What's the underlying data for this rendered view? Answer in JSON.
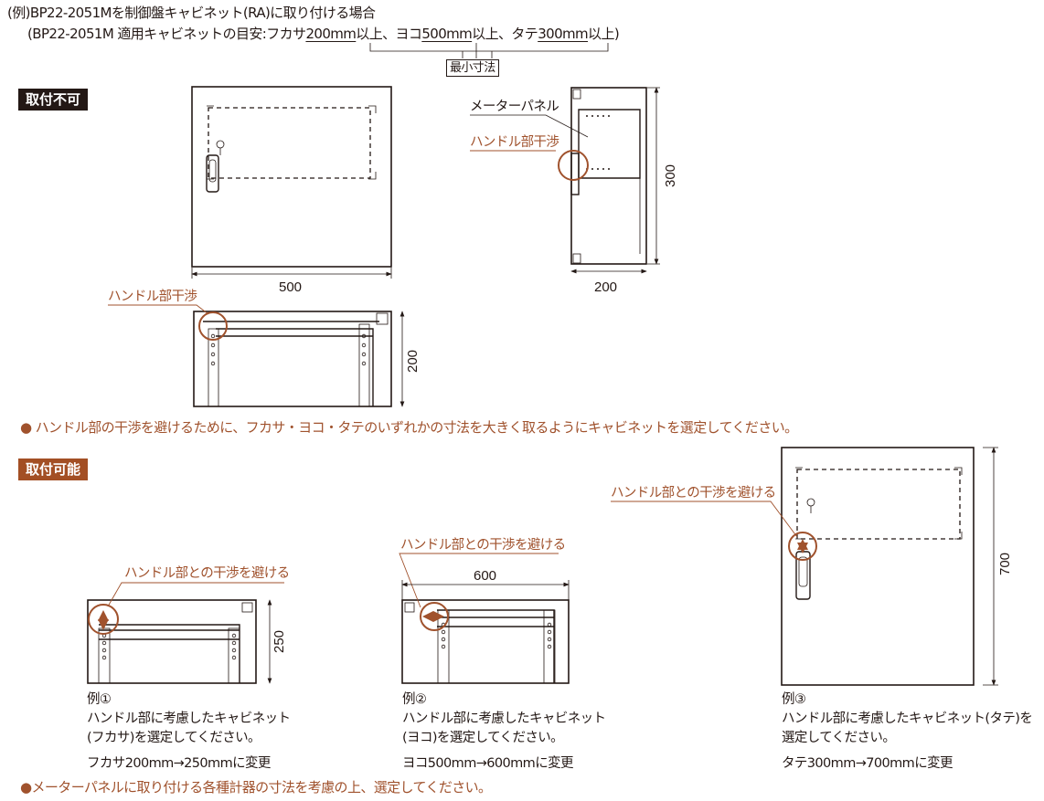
{
  "header": {
    "line1": "(例)BP22-2051Mを制御盤キャビネット(RA)に取り付ける場合",
    "line2_prefix": "(BP22-2051M 適用キャビネットの目安:フカサ",
    "depth_min": "200mm",
    "sep1": "以上、ヨコ",
    "width_min": "500mm",
    "sep2": "以上、タテ",
    "height_min": "300mm",
    "line2_suffix": "以上)",
    "min_dim_label": "最小寸法"
  },
  "ng_section": {
    "badge": "取付不可",
    "front_width": "500",
    "side_height": "300",
    "side_depth": "200",
    "top_depth": "200",
    "meter_panel_label": "メーターパネル",
    "handle_interference_label": "ハンドル部干渉",
    "note": "● ハンドル部の干渉を避けるために、フカサ・ヨコ・タテのいずれかの寸法を大きく取るようにキャビネットを選定してください。"
  },
  "ok_section": {
    "badge": "取付可能",
    "avoid_label": "ハンドル部との干渉を避ける",
    "examples": [
      {
        "title": "例①",
        "desc1": "ハンドル部に考慮したキャビネット",
        "desc2": "(フカサ)を選定してください。",
        "change": "フカサ200mm→250mmに変更",
        "dim": "250"
      },
      {
        "title": "例②",
        "desc1": "ハンドル部に考慮したキャビネット",
        "desc2": "(ヨコ)を選定してください。",
        "change": "ヨコ500mm→600mmに変更",
        "dim": "600"
      },
      {
        "title": "例③",
        "desc1": "ハンドル部に考慮したキャビネット(タテ)を",
        "desc2": "選定してください。",
        "change": "タテ300mm→700mmに変更",
        "dim": "700"
      }
    ]
  },
  "footer_note": "●メーターパネルに取り付ける各種計器の寸法を考慮の上、選定してください。",
  "colors": {
    "text": "#231815",
    "accent": "#a0522d",
    "badge_ng": "#231815",
    "badge_ok": "#a34f24"
  }
}
